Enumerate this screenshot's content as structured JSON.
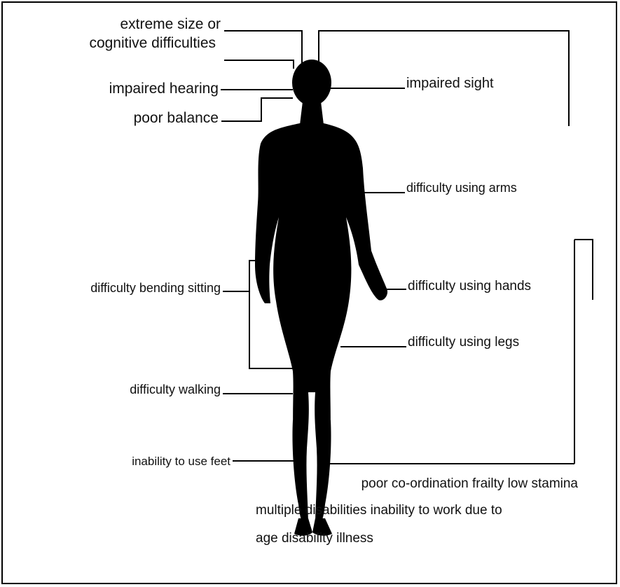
{
  "labels": {
    "extreme_size_line1": "extreme size or",
    "extreme_size_line2": "cognitive difficulties",
    "impaired_hearing": "impaired hearing",
    "poor_balance": "poor balance",
    "impaired_sight": "impaired sight",
    "difficulty_using_arms": "difficulty using arms",
    "difficulty_bending_sitting": "difficulty bending sitting",
    "difficulty_using_hands": "difficulty using hands",
    "difficulty_using_legs": "difficulty using legs",
    "difficulty_walking": "difficulty walking",
    "inability_to_use_feet": "inability to use feet"
  },
  "footer": {
    "line1": "poor co-ordination frailty low stamina",
    "line2": "multiple disabilities inability to work due to",
    "line3": "age disability illness"
  },
  "colors": {
    "ink": "#000000",
    "background": "#ffffff"
  }
}
